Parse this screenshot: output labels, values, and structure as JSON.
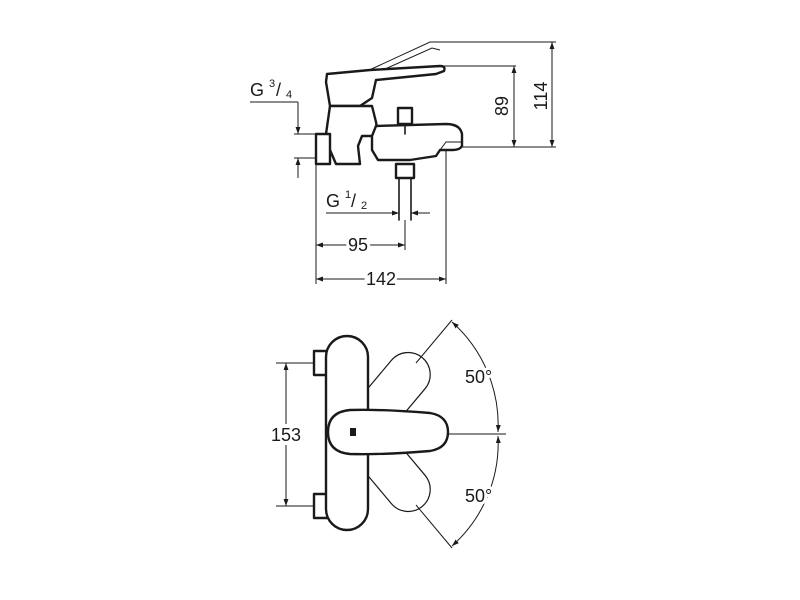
{
  "side_view": {
    "height_total": "114",
    "height_handle": "89",
    "inlet_thread": {
      "letter": "G",
      "num": "3",
      "den": "4"
    },
    "outlet_thread": {
      "letter": "G",
      "num": "1",
      "den": "2"
    },
    "projection_outlet": "95",
    "projection_total": "142"
  },
  "top_view": {
    "centers": "153",
    "angle_upper": "50°",
    "angle_lower": "50°"
  }
}
